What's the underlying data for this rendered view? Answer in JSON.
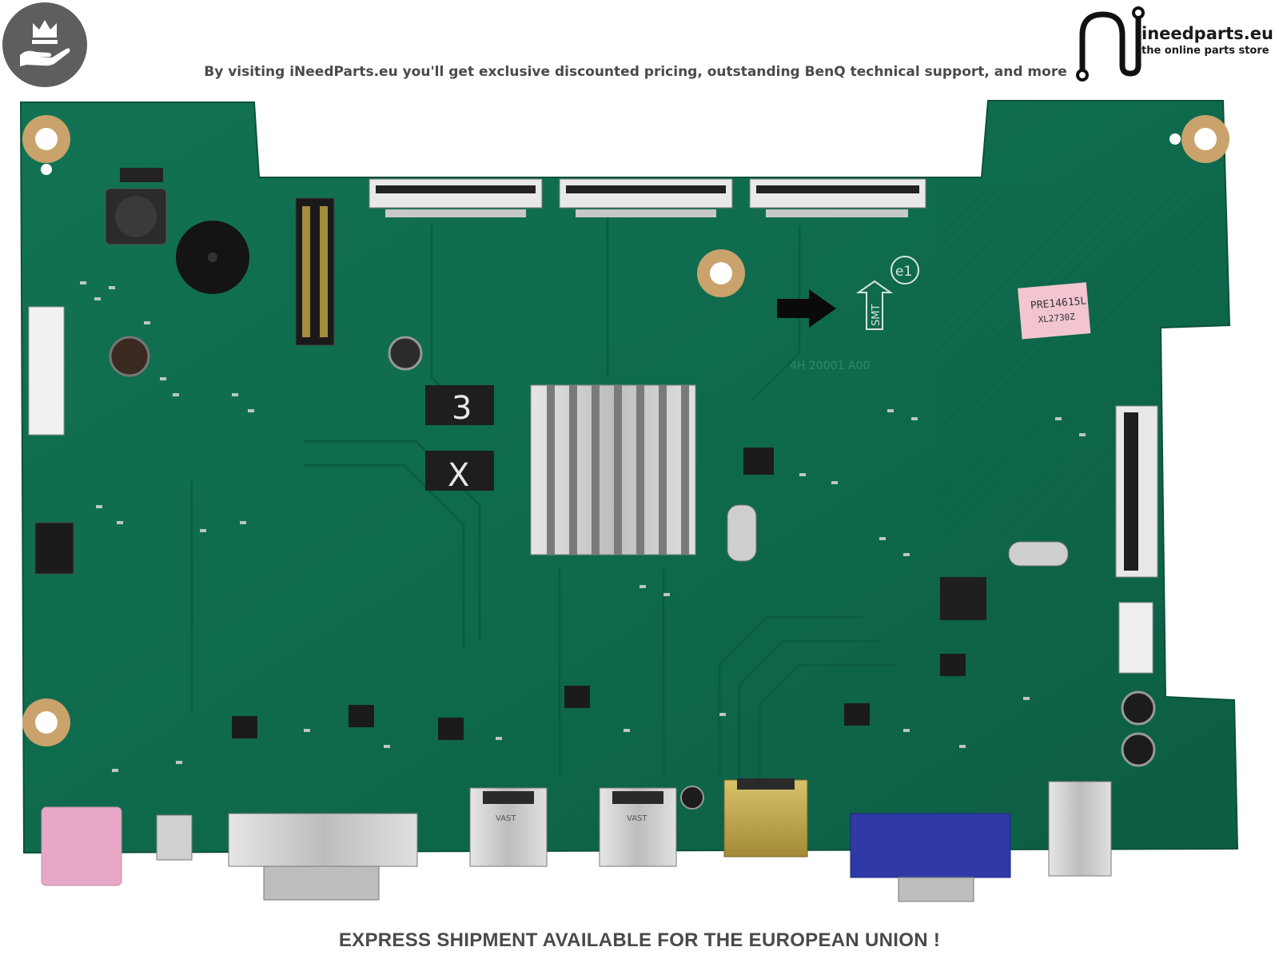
{
  "header": {
    "tagline": "By visiting iNeedParts.eu you'll get exclusive discounted pricing, outstanding BenQ technical support, and more",
    "badge_icon": "crown-hand-icon",
    "logo": {
      "name": "ineedparts.eu",
      "subtitle": "the online parts store",
      "icon": "plug-cable-icon"
    }
  },
  "board_labels": {
    "sticker_code": "PRE14615L",
    "sticker_model": "XL2730Z",
    "board_id": "4H 20001 A00",
    "smt_mark": "SMT",
    "e1_mark": "e1",
    "chip_mark_1": "3",
    "chip_mark_2": "X",
    "connector_1": "VAST",
    "connector_2": "VAST"
  },
  "footer": {
    "text": "EXPRESS SHIPMENT AVAILABLE FOR THE EUROPEAN UNION !"
  },
  "colors": {
    "pcb": "#0f6b4e",
    "pcb_dark": "#0a4e38",
    "text_gray": "#4a4a4a",
    "badge": "#5e5e5e"
  }
}
